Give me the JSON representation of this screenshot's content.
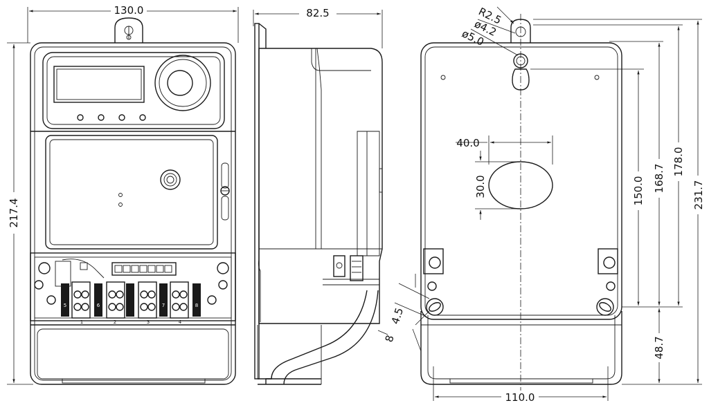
{
  "front_view": {
    "width_label": "130.0",
    "height_label": "217.4",
    "terminal_numbers": [
      "1",
      "2",
      "3",
      "4"
    ],
    "terminal_side_labels": [
      "5",
      "6",
      "7",
      "8"
    ]
  },
  "side_view": {
    "depth_label": "82.5"
  },
  "back_view": {
    "radius_label": "R2.5",
    "hole_small_label": "ø4.2",
    "hole_large_label": "ø5.0",
    "cutout_width_label": "40.0",
    "cutout_height_label": "30.0",
    "height_150_label": "150.0",
    "height_168_label": "168.7",
    "height_178_label": "178.0",
    "height_231_label": "231.7",
    "lower_height_label": "48.7",
    "slot_width_label": "4.5",
    "slot_length_label": "8",
    "base_width_label": "110.0"
  },
  "colors": {
    "line": "#1a1a1a",
    "background": "#ffffff"
  }
}
